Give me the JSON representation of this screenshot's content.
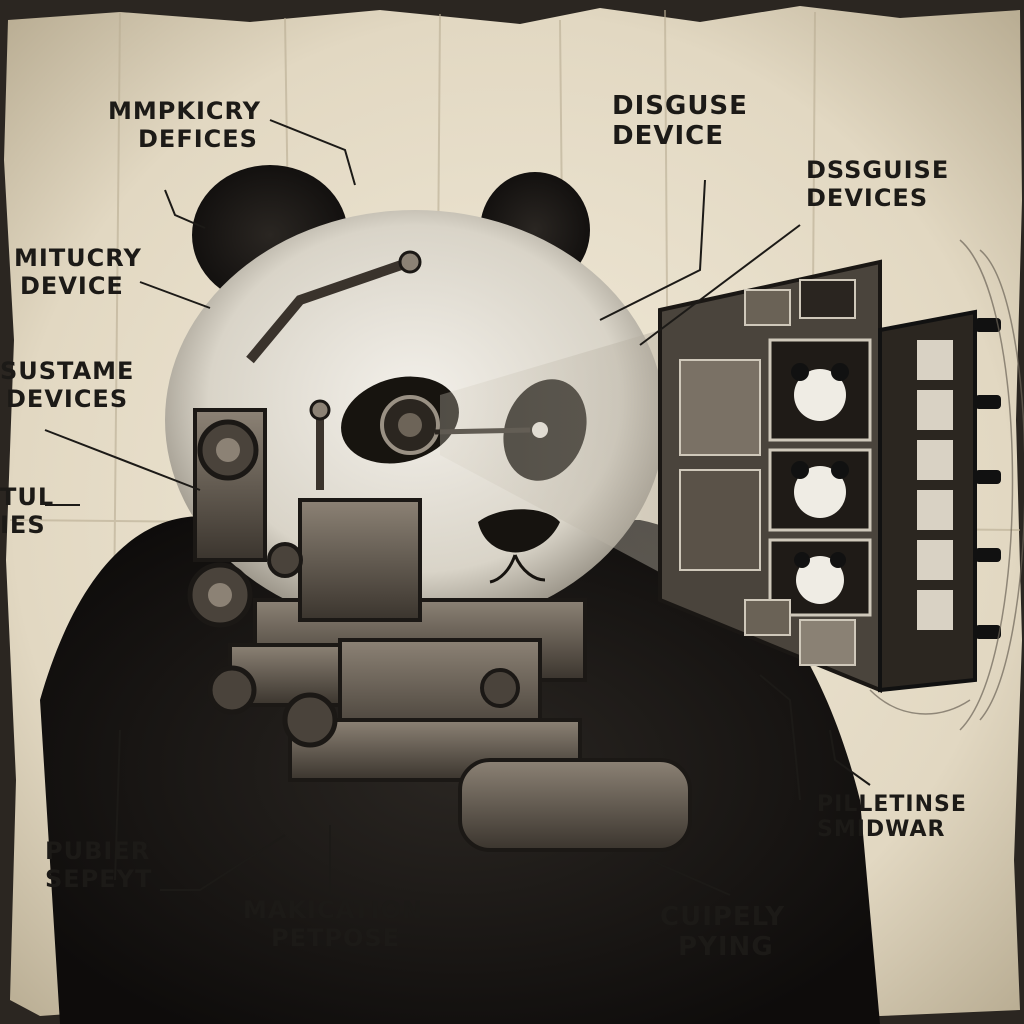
{
  "labels": {
    "mimicry_devices": {
      "line1": "MMPKICRY",
      "line2": "DEFICES"
    },
    "disguise_device": {
      "line1": "DISGUSE",
      "line2": "DEVICE"
    },
    "disguise_devices": {
      "line1": "DSSGUISE",
      "line2": "DEVICES"
    },
    "mimicry_device": {
      "line1": "MITUCRY",
      "line2": "DEVICE"
    },
    "sustame_devices": {
      "line1": "SUSTAME",
      "line2": "DEVICES"
    },
    "cut_off": {
      "line1": "TUL",
      "line2": "IES"
    },
    "pubier_sepeyt": {
      "line1": "PUBIER",
      "line2": "SEPEYT"
    },
    "makication_petpose": {
      "line1": "MAKICATION",
      "line2": "PETPOSE"
    },
    "cuipely_pying": {
      "line1": "CUIPELY",
      "line2": "PYING"
    },
    "pilletinse_smidwar": {
      "line1": "PILLETINSE",
      "line2": "SMIDWAR"
    }
  },
  "colors": {
    "paper": "#e9e1cf",
    "paper_shadow": "#cfc5ae",
    "ink": "#1c1a17",
    "fur_white": "#efece4",
    "fur_black": "#151311",
    "metal": "#5a5147"
  },
  "illustration": {
    "subject": "panda",
    "objects": [
      "panda-head",
      "mechanical-device",
      "film-strip-panel",
      "panda-thumbnails"
    ]
  }
}
